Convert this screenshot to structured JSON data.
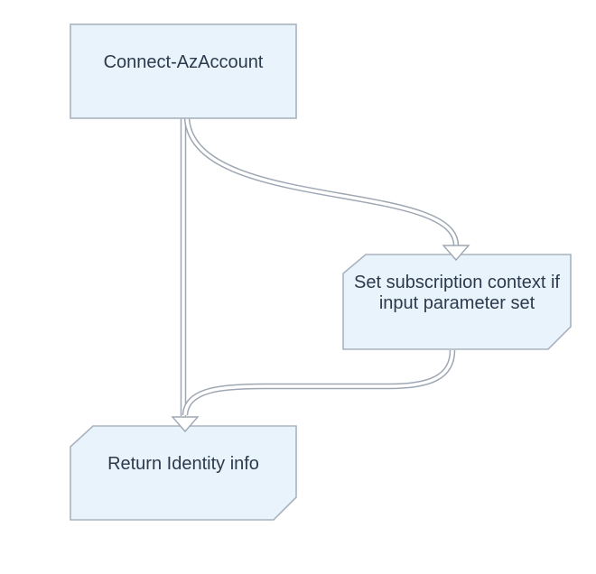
{
  "diagram": {
    "type": "flowchart",
    "nodes": [
      {
        "id": "connect-azaccount",
        "label": "Connect-AzAccount",
        "shape": "rectangle"
      },
      {
        "id": "set-subscription-context",
        "label": "Set subscription context if\ninput parameter set",
        "shape": "beveled-card"
      },
      {
        "id": "return-identity-info",
        "label": "Return Identity info",
        "shape": "beveled-card"
      }
    ],
    "edges": [
      {
        "from": "connect-azaccount",
        "to": "set-subscription-context",
        "style": "double-line-curved",
        "arrowhead": "hollow-triangle"
      },
      {
        "from": "connect-azaccount",
        "to": "return-identity-info",
        "style": "double-line-straight",
        "arrowhead": "hollow-triangle"
      },
      {
        "from": "set-subscription-context",
        "to": "return-identity-info",
        "style": "double-line-curved",
        "arrowhead": "hollow-triangle"
      }
    ],
    "colors": {
      "background": "#ffffff",
      "node_fill": "#e9f3fb",
      "node_border": "#a9b3bf",
      "connector": "#9ea7b3",
      "arrowhead_fill": "#ffffff",
      "text": "#2c3a4d"
    }
  }
}
